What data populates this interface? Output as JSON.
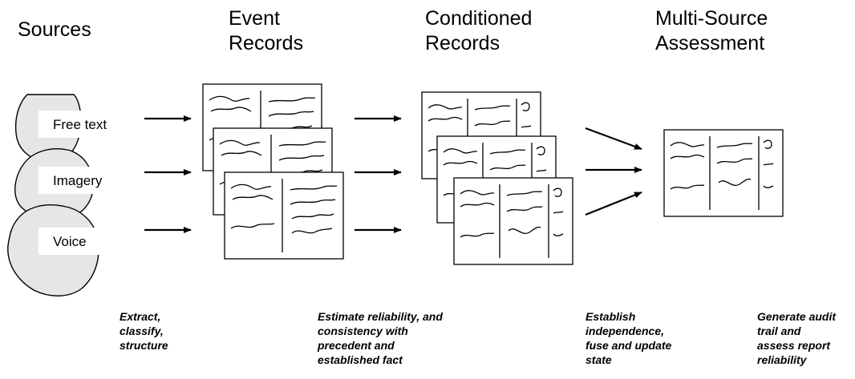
{
  "headings": {
    "sources": "Sources",
    "event_records": "Event\nRecords",
    "conditioned_records": "Conditioned\nRecords",
    "assessment": "Multi-Source\nAssessment"
  },
  "source_items": [
    "Free text",
    "Imagery",
    "Voice"
  ],
  "notes": {
    "extract": "Extract,\nclassify,\nstructure",
    "estimate": "Estimate reliability, and\nconsistency with\nprecedent and\nestablished fact",
    "establish": "Establish\nindependence,\nfuse and update\nstate",
    "generate": "Generate audit\ntrail and\nassess report\nreliability"
  },
  "colors": {
    "source_fill": "#e6e6e6",
    "stroke": "#000000"
  }
}
